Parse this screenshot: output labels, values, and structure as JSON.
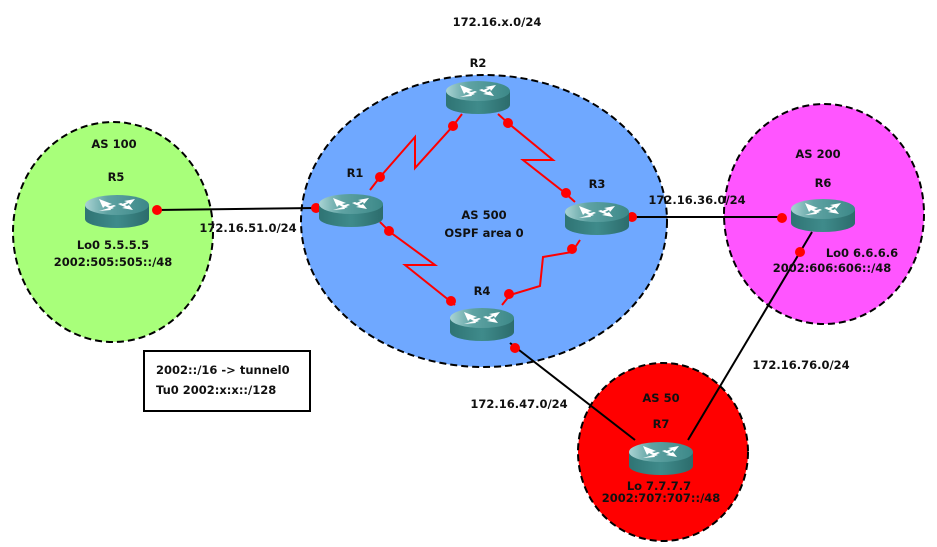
{
  "diagram": {
    "top_label": "172.16.x.0/24",
    "areas": [
      {
        "id": "as500",
        "title": "AS 500",
        "subtitle": "OSPF area 0",
        "color": "#6fa8ff"
      },
      {
        "id": "as100",
        "title": "AS 100",
        "color": "#a8ff7a"
      },
      {
        "id": "as200",
        "title": "AS 200",
        "color": "#ff55ff"
      },
      {
        "id": "as50",
        "title": "AS 50",
        "color": "#ff0000"
      }
    ],
    "routers": [
      {
        "id": "R1",
        "label": "R1"
      },
      {
        "id": "R2",
        "label": "R2"
      },
      {
        "id": "R3",
        "label": "R3"
      },
      {
        "id": "R4",
        "label": "R4"
      },
      {
        "id": "R5",
        "label": "R5",
        "loopback": "Lo0 5.5.5.5",
        "ipv6": "2002:505:505::/48"
      },
      {
        "id": "R6",
        "label": "R6",
        "loopback": "Lo0 6.6.6.6",
        "ipv6": "2002:606:606::/48"
      },
      {
        "id": "R7",
        "label": "R7",
        "loopback": "Lo 7.7.7.7",
        "ipv6": "2002:707:707::/48"
      }
    ],
    "links": [
      {
        "from": "R1",
        "to": "R2",
        "type": "serial"
      },
      {
        "from": "R2",
        "to": "R3",
        "type": "serial"
      },
      {
        "from": "R1",
        "to": "R4",
        "type": "serial"
      },
      {
        "from": "R3",
        "to": "R4",
        "type": "serial"
      },
      {
        "from": "R5",
        "to": "R1",
        "type": "ethernet",
        "subnet": "172.16.51.0/24"
      },
      {
        "from": "R3",
        "to": "R6",
        "type": "ethernet",
        "subnet": "172.16.36.0/24"
      },
      {
        "from": "R4",
        "to": "R7",
        "type": "ethernet",
        "subnet": "172.16.47.0/24"
      },
      {
        "from": "R6",
        "to": "R7",
        "type": "ethernet",
        "subnet": "172.16.76.0/24"
      }
    ],
    "note": {
      "line1": "2002::/16 -> tunnel0",
      "line2": "Tu0 2002:x:x::/128"
    },
    "colors": {
      "serial_link": "#ff0000",
      "ethernet_link": "#000000",
      "port_dot": "#ff0000",
      "router_body": "#3d8a8a"
    }
  }
}
